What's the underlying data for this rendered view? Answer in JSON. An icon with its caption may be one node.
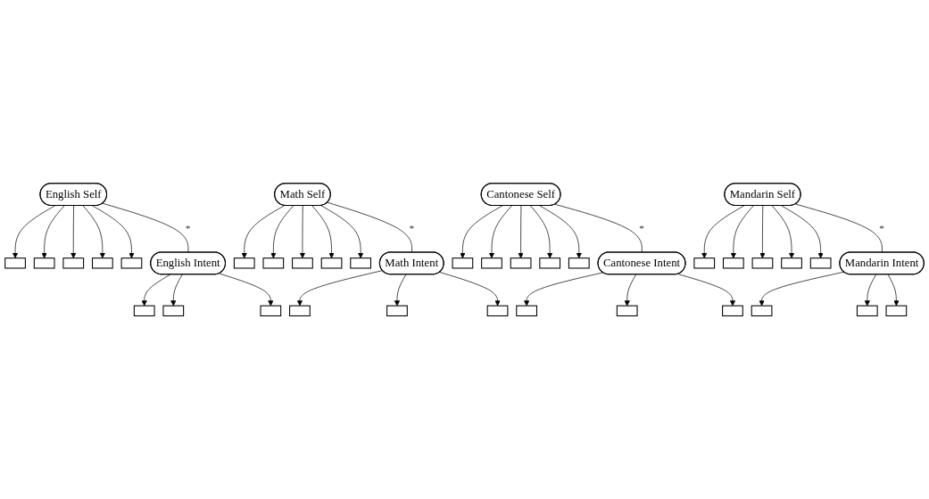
{
  "diagram": {
    "nodes": [
      {
        "text": [],
        "shape": "box"
      },
      {
        "text": [],
        "shape": "box"
      },
      {
        "text": [],
        "shape": "box"
      },
      {
        "text": [],
        "shape": "box"
      },
      {
        "text": [],
        "shape": "box"
      },
      {
        "text": [],
        "shape": "box"
      },
      {
        "text": [],
        "shape": "box"
      },
      {
        "text": [],
        "shape": "box"
      },
      {
        "text": [],
        "shape": "box"
      },
      {
        "text": [],
        "shape": "box"
      },
      {
        "text": [],
        "shape": "box"
      },
      {
        "text": [],
        "shape": "box"
      },
      {
        "text": [],
        "shape": "box"
      },
      {
        "text": [],
        "shape": "box"
      },
      {
        "text": [],
        "shape": "box"
      },
      {
        "text": [],
        "shape": "box"
      },
      {
        "text": [],
        "shape": "box"
      },
      {
        "text": [],
        "shape": "box"
      },
      {
        "text": [],
        "shape": "box"
      },
      {
        "text": [],
        "shape": "box"
      },
      {
        "text": [
          "English Self"
        ]
      },
      {
        "text": [
          "Math Self"
        ]
      },
      {
        "text": [
          "Cantonese Self"
        ]
      },
      {
        "text": [
          "Mandarin Self"
        ]
      },
      {
        "text": [
          "English Intent"
        ]
      },
      {
        "text": [
          "Math Intent"
        ]
      },
      {
        "text": [
          "Cantonese Intent"
        ]
      },
      {
        "text": [
          "Mandarin Intent"
        ]
      },
      {
        "text": [],
        "shape": "box"
      },
      {
        "text": [],
        "shape": "box"
      },
      {
        "text": [],
        "shape": "box"
      },
      {
        "text": [],
        "shape": "box"
      },
      {
        "text": [],
        "shape": "box"
      },
      {
        "text": [],
        "shape": "box"
      },
      {
        "text": [],
        "shape": "box"
      },
      {
        "text": [],
        "shape": "box"
      },
      {
        "text": [],
        "shape": "box"
      },
      {
        "text": [],
        "shape": "box"
      },
      {
        "text": [],
        "shape": "box"
      },
      {
        "text": [],
        "shape": "box"
      }
    ],
    "edges": [
      {
        "from": 20,
        "to": 0,
        "arrow": "to"
      },
      {
        "from": 20,
        "to": 1,
        "arrow": "to"
      },
      {
        "from": 20,
        "to": 2,
        "arrow": "to"
      },
      {
        "from": 20,
        "to": 3,
        "arrow": "to"
      },
      {
        "from": 20,
        "to": 4,
        "arrow": "to"
      },
      {
        "from": 20,
        "to": 24,
        "arrow": "none",
        "label": "*"
      },
      {
        "from": 24,
        "to": 28,
        "arrow": "to"
      },
      {
        "from": 24,
        "to": 29,
        "arrow": "to"
      },
      {
        "from": 24,
        "to": 30,
        "arrow": "to"
      },
      {
        "from": 21,
        "to": 5,
        "arrow": "to"
      },
      {
        "from": 21,
        "to": 6,
        "arrow": "to"
      },
      {
        "from": 21,
        "to": 7,
        "arrow": "to"
      },
      {
        "from": 21,
        "to": 8,
        "arrow": "to"
      },
      {
        "from": 21,
        "to": 9,
        "arrow": "to"
      },
      {
        "from": 21,
        "to": 25,
        "arrow": "none",
        "label": "*"
      },
      {
        "from": 25,
        "to": 31,
        "arrow": "to"
      },
      {
        "from": 25,
        "to": 32,
        "arrow": "to"
      },
      {
        "from": 25,
        "to": 33,
        "arrow": "to"
      },
      {
        "from": 22,
        "to": 10,
        "arrow": "to"
      },
      {
        "from": 22,
        "to": 11,
        "arrow": "to"
      },
      {
        "from": 22,
        "to": 12,
        "arrow": "to"
      },
      {
        "from": 22,
        "to": 13,
        "arrow": "to"
      },
      {
        "from": 22,
        "to": 14,
        "arrow": "to"
      },
      {
        "from": 22,
        "to": 26,
        "arrow": "none",
        "label": "*"
      },
      {
        "from": 26,
        "to": 34,
        "arrow": "to"
      },
      {
        "from": 26,
        "to": 35,
        "arrow": "to"
      },
      {
        "from": 26,
        "to": 36,
        "arrow": "to"
      },
      {
        "from": 23,
        "to": 15,
        "arrow": "to"
      },
      {
        "from": 23,
        "to": 16,
        "arrow": "to"
      },
      {
        "from": 23,
        "to": 17,
        "arrow": "to"
      },
      {
        "from": 23,
        "to": 18,
        "arrow": "to"
      },
      {
        "from": 23,
        "to": 19,
        "arrow": "to"
      },
      {
        "from": 23,
        "to": 27,
        "arrow": "none",
        "label": "*"
      },
      {
        "from": 27,
        "to": 37,
        "arrow": "to"
      },
      {
        "from": 27,
        "to": 38,
        "arrow": "to"
      },
      {
        "from": 27,
        "to": 39,
        "arrow": "to"
      }
    ]
  }
}
